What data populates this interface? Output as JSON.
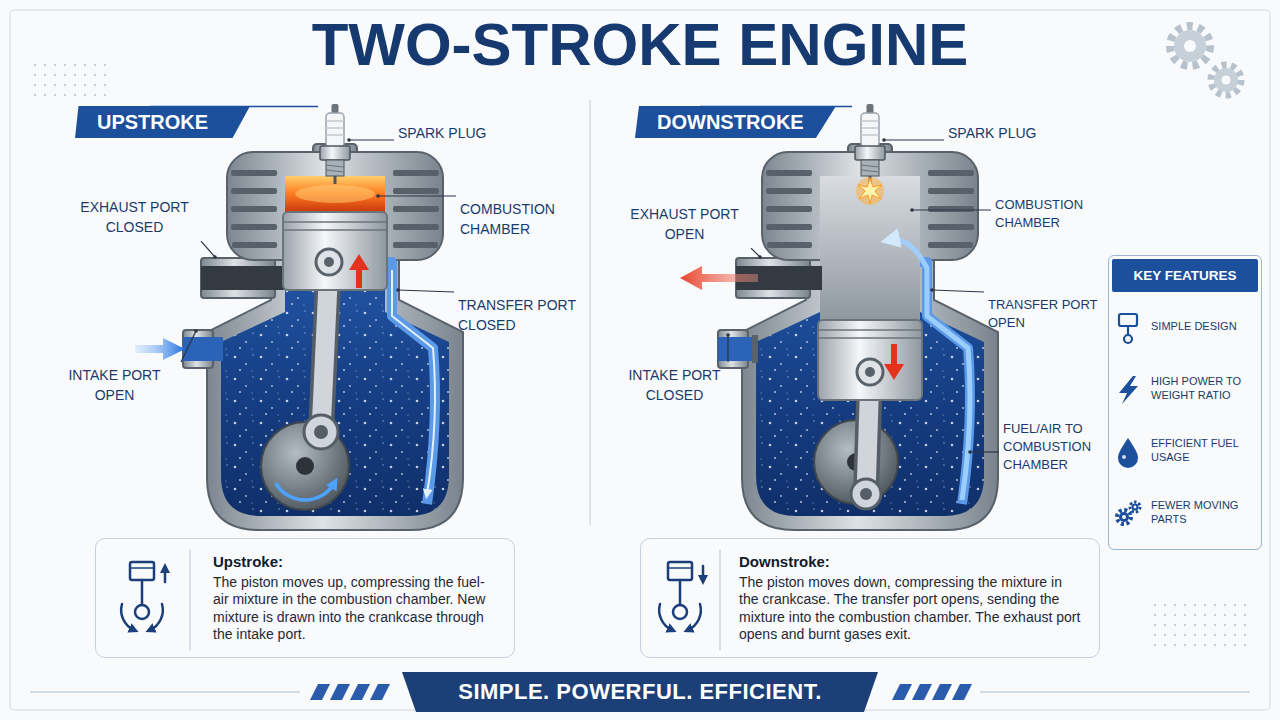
{
  "diagram": {
    "title": "TWO-STROKE ENGINE",
    "caption": "SIMPLE. POWERFUL. EFFICIENT.",
    "nodes": [
      {
        "text": [
          "UPSTROKE"
        ]
      },
      {
        "text": [
          "DOWNSTROKE"
        ]
      },
      {
        "text": [
          "KEY FEATURES",
          "SIMPLE DESIGN",
          "HIGH POWER TO WEIGHT RATIO",
          "EFFICIENT FUEL USAGE",
          "FEWER MOVING PARTS"
        ]
      },
      {
        "text": [
          "Upstroke:",
          "The piston moves up, compressing the fuel-air mixture in the combustion chamber. New mixture is drawn into the crankcase through the intake port."
        ]
      },
      {
        "text": [
          "Downstroke:",
          "The piston moves down, compressing the mixture in the crankcase. The transfer port opens, sending the mixture into the combustion chamber. The exhaust port opens and burnt gases exit."
        ]
      }
    ],
    "labels": [
      "SPARK PLUG",
      "EXHAUST PORT CLOSED",
      "COMBUSTION CHAMBER",
      "TRANSFER PORT CLOSED",
      "INTAKE PORT OPEN",
      "SPARK PLUG",
      "EXHAUST PORT OPEN",
      "COMBUSTION CHAMBER",
      "TRANSFER PORT OPEN",
      "INTAKE PORT CLOSED",
      "FUEL/AIR TO COMBUSTION CHAMBER"
    ]
  }
}
